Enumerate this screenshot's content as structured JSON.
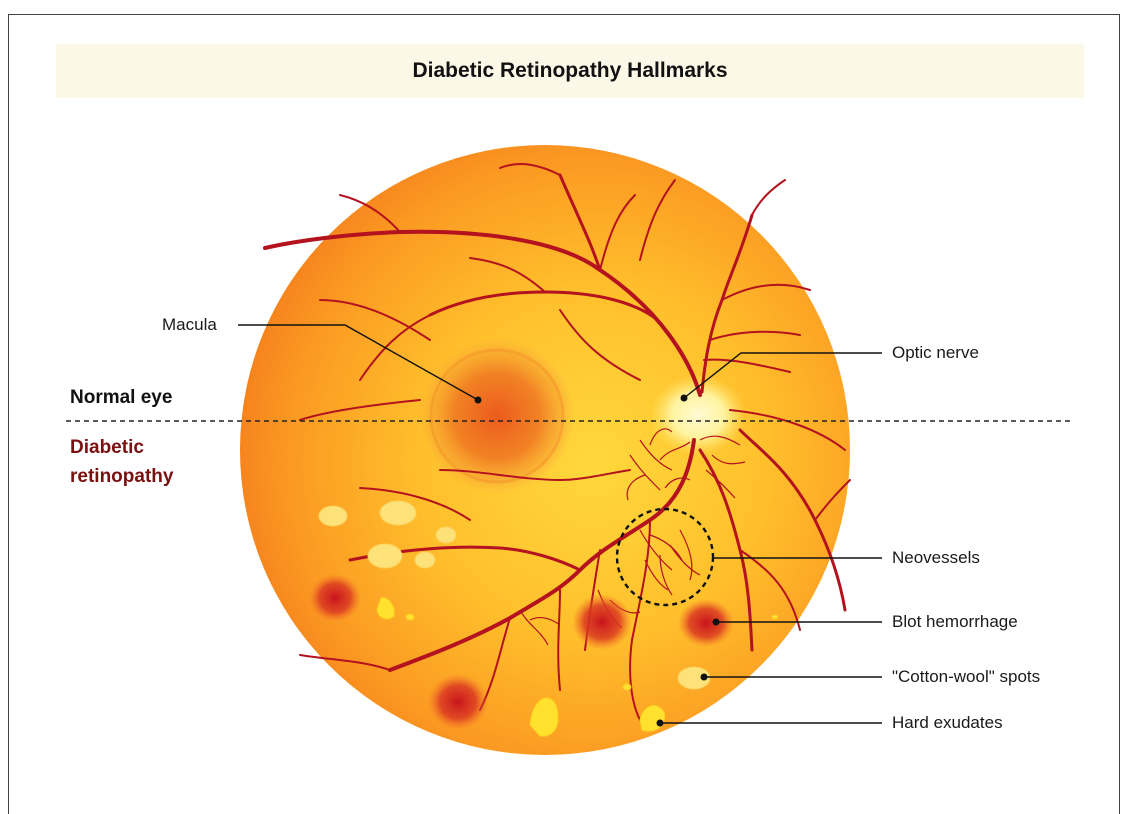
{
  "title": "Diabetic Retinopathy Hallmarks",
  "sides": {
    "normal": "Normal eye",
    "diabetic": "Diabetic retinopathy"
  },
  "labels": {
    "macula": "Macula",
    "optic_nerve": "Optic nerve",
    "neovessels": "Neovessels",
    "blot_hemorrhage": "Blot hemorrhage",
    "cotton_wool": "\"Cotton-wool\" spots",
    "hard_exudates": "Hard exudates"
  },
  "colors": {
    "retina_center": "#ffd23a",
    "retina_edge": "#f7801e",
    "vessel": "#b3121e",
    "side_label_diabetic": "#7a1010",
    "title_bg": "#fcf8e8",
    "exudate": "#ffe12e",
    "cotton_wool": "#fde27a"
  }
}
